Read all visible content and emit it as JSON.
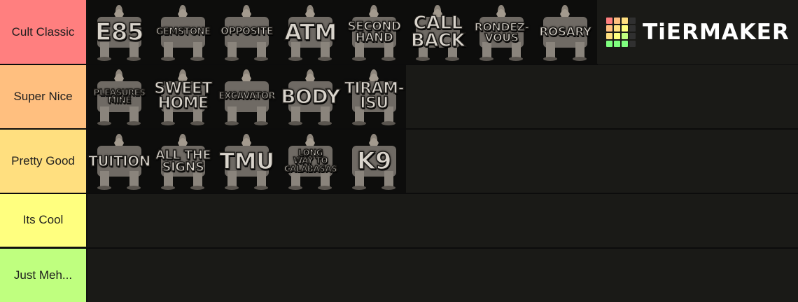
{
  "brand": {
    "name": "TiERMAKER",
    "logo_colors": [
      "#ff7f7f",
      "#ffbf7f",
      "#ffdf7f",
      "#303030",
      "#ffbf7f",
      "#ffdf7f",
      "#ffff7f",
      "#303030",
      "#ffdf7f",
      "#ffff7f",
      "#bfff7f",
      "#303030",
      "#7fff7f",
      "#7fff7f",
      "#7fff7f",
      "#303030"
    ]
  },
  "tiers": [
    {
      "label": "Cult Classic",
      "color": "#ff7f7f",
      "items": [
        {
          "text": "E85",
          "size": 34
        },
        {
          "text": "GEMSTONE",
          "size": 13
        },
        {
          "text": "OPPOSITE",
          "size": 14
        },
        {
          "text": "ATM",
          "size": 32
        },
        {
          "text": "SECOND\nHAND",
          "size": 17
        },
        {
          "text": "CALL\nBACK",
          "size": 26
        },
        {
          "text": "RONDEZ-\nVOUS",
          "size": 16
        },
        {
          "text": "ROSARY",
          "size": 17
        }
      ]
    },
    {
      "label": "Super Nice",
      "color": "#ffbf7f",
      "items": [
        {
          "text": "PLEASURES\nMINE",
          "size": 12
        },
        {
          "text": "SWEET\nHOME",
          "size": 22
        },
        {
          "text": "EXCAVATOR",
          "size": 13
        },
        {
          "text": "BODY",
          "size": 28
        },
        {
          "text": "TIRAM-\nISU",
          "size": 22
        }
      ]
    },
    {
      "label": "Pretty Good",
      "color": "#ffdf7f",
      "items": [
        {
          "text": "TUITION",
          "size": 20
        },
        {
          "text": "ALL THE\nSIGNS",
          "size": 18
        },
        {
          "text": "TMU",
          "size": 32
        },
        {
          "text": "LONG\nWAY TO\nCALABASAS",
          "size": 12
        },
        {
          "text": "K9",
          "size": 34
        }
      ]
    },
    {
      "label": "Its Cool",
      "color": "#ffff7f",
      "items": []
    },
    {
      "label": "Just Meh...",
      "color": "#bfff7f",
      "items": []
    }
  ]
}
